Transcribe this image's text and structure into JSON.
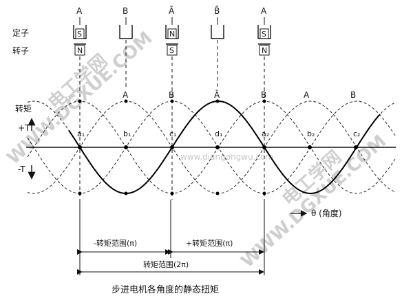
{
  "phases_top": [
    "A",
    "B",
    "Ā",
    "B̄",
    "A"
  ],
  "stator_label": "定子",
  "rotor_label": "转子",
  "stator_poles": [
    "S",
    "",
    "N",
    "",
    "S"
  ],
  "rotor_poles": [
    "N",
    "S",
    "N"
  ],
  "torque_label": "转矩",
  "pos_torque": "+T",
  "neg_torque": "-T",
  "curve_labels": [
    "A",
    "B",
    "Ā",
    "B",
    "A",
    "B"
  ],
  "points": [
    "a₁",
    "b₁",
    "c₁",
    "d₁",
    "a₂",
    "b₂",
    "c₂"
  ],
  "theta_label": "θ (角度)",
  "range_neg": "-转矩范围(π)",
  "range_pos": "+转矩范围(π)",
  "range_full": "转矩范围(2π)",
  "caption": "步进电机各角度的静态扭矩",
  "watermark_url": "www.diangongwu.com",
  "watermark_brand": "电工学网",
  "watermark_site": "WWW.DGXUE.COM"
}
